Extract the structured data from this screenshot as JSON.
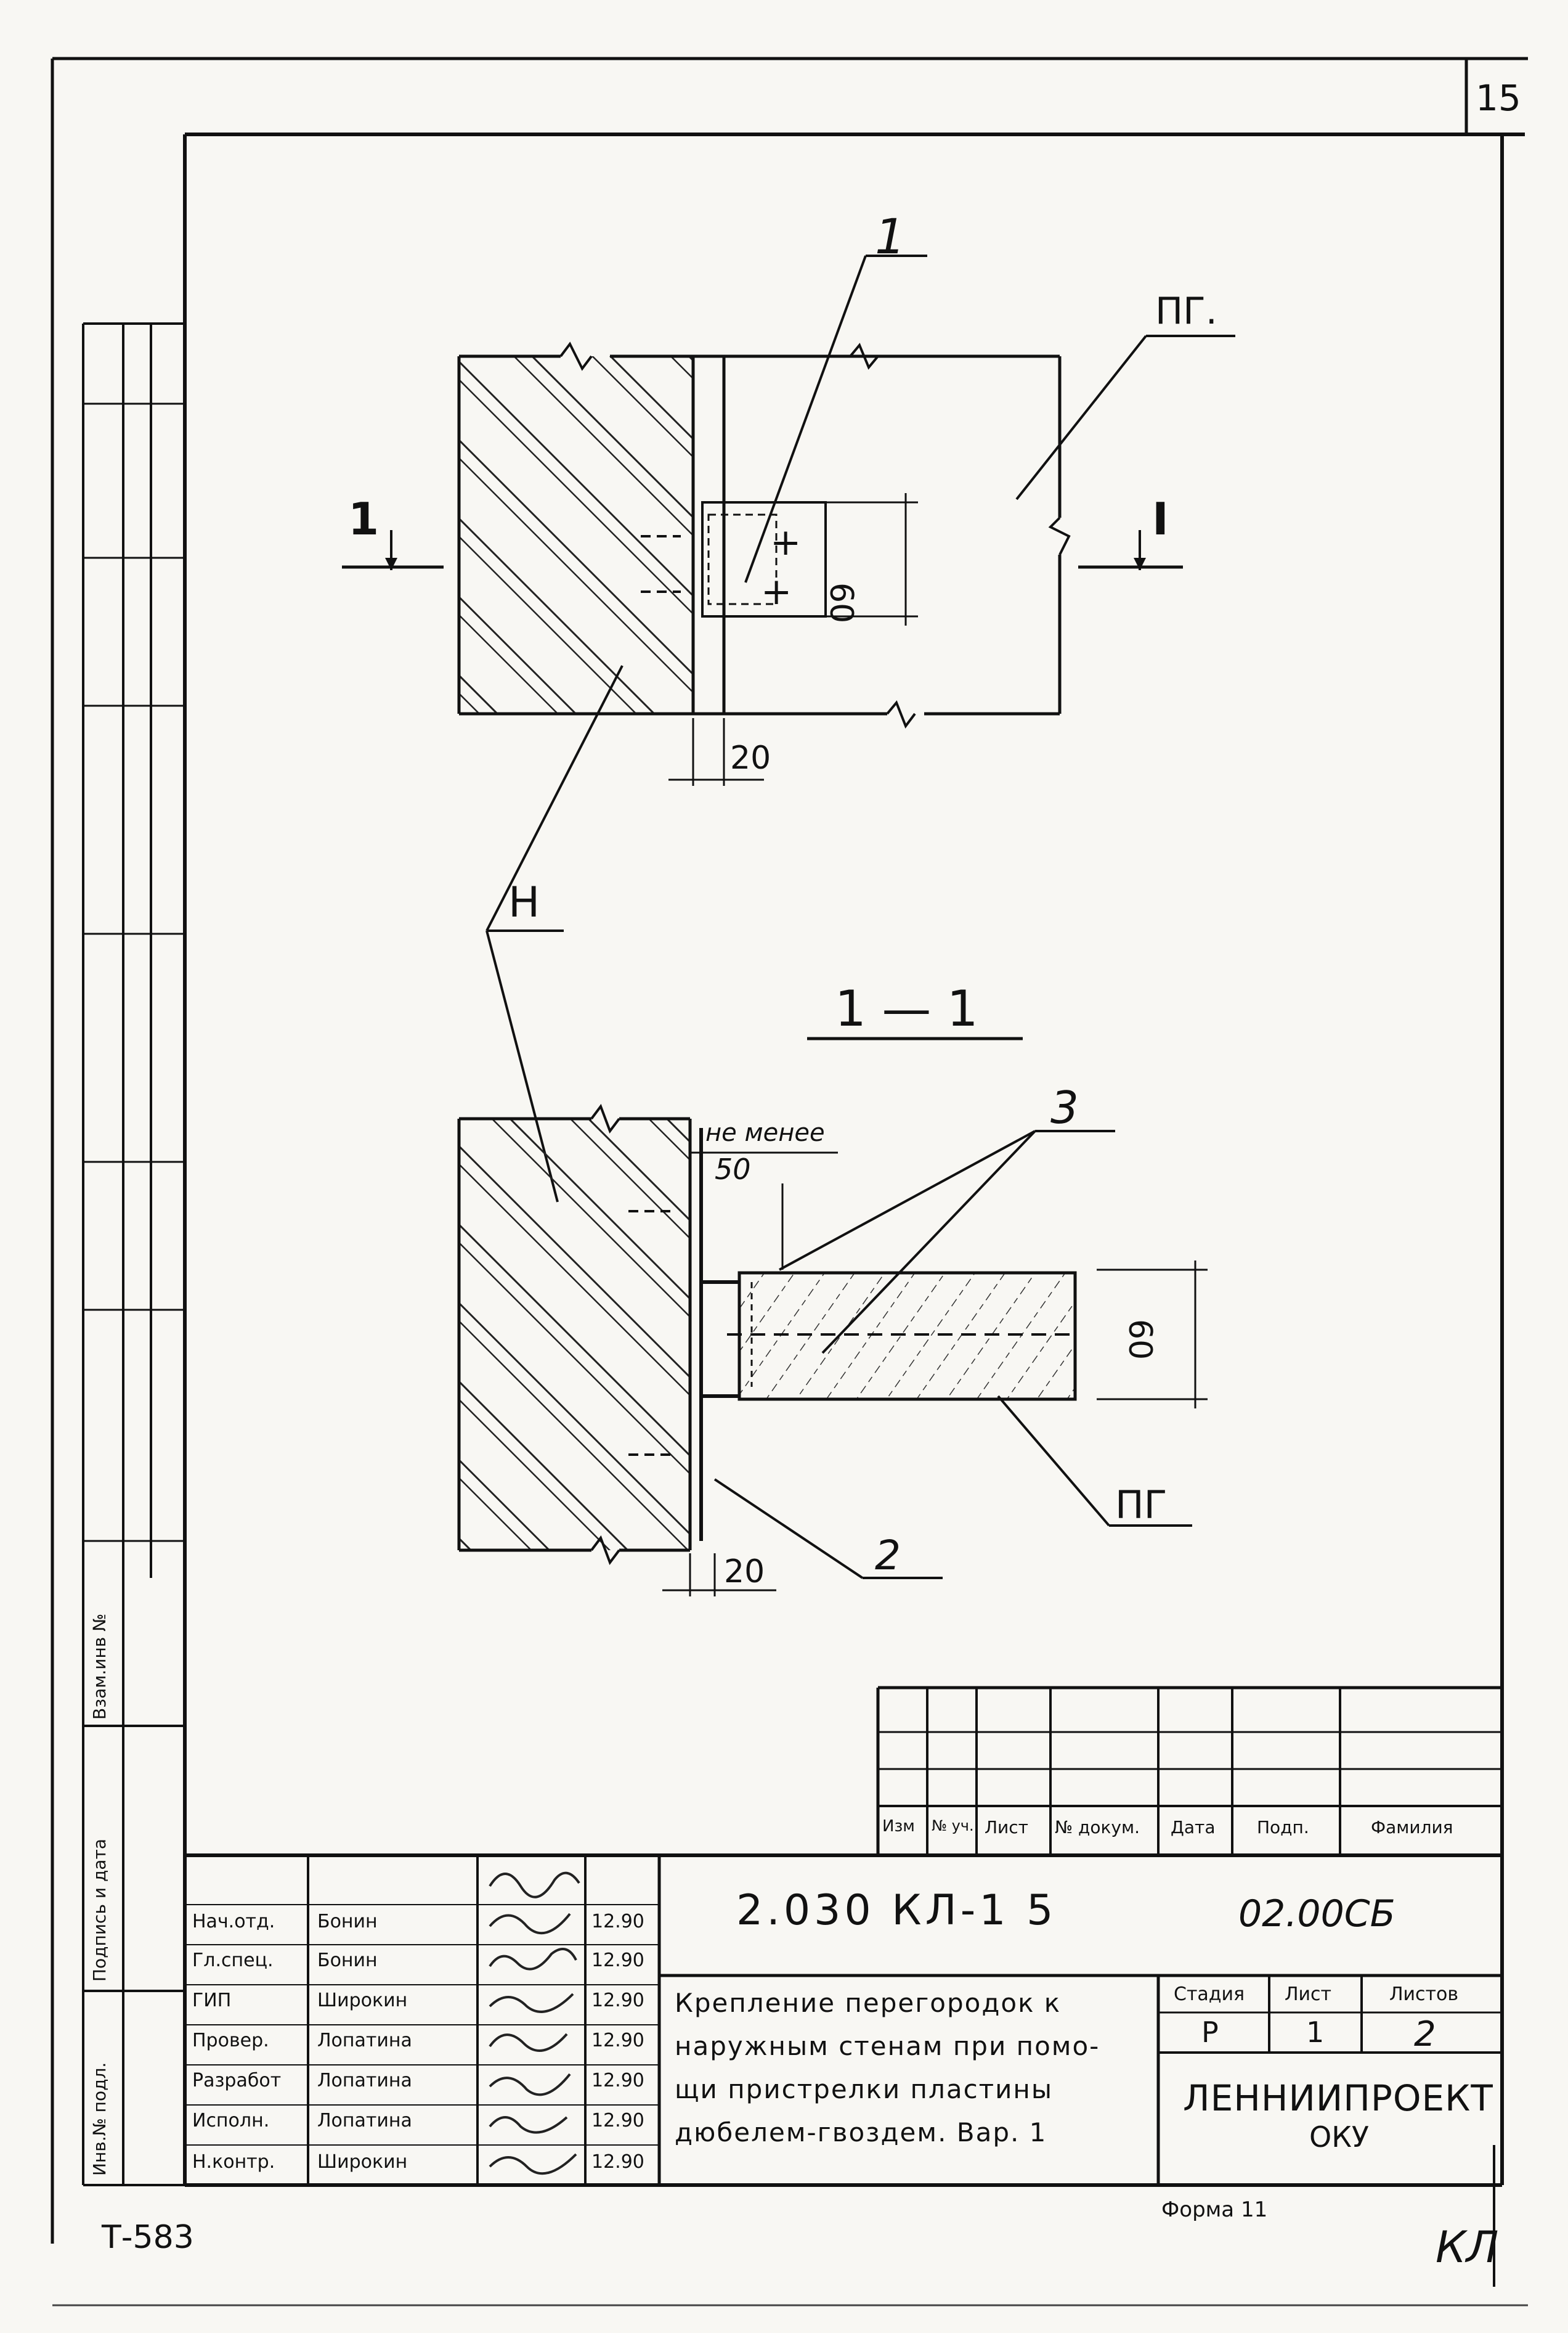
{
  "page_number": "15",
  "drawing": {
    "label_1": "1",
    "label_pg_top": "ПГ.",
    "section_mark_left": "1",
    "section_mark_right": "I",
    "dim_60_top": "60",
    "dim_20_top": "20",
    "label_h": "Н",
    "section_title": "1 — 1",
    "label_3": "3",
    "note_ne_menee": "не менее",
    "note_50": "50",
    "dim_60_bottom": "60",
    "label_pg_bottom": "ПГ",
    "label_2": "2",
    "dim_20_bottom": "20"
  },
  "left_strip": {
    "vzam_inv": "Взам.инв №",
    "podpis_data": "Подпись и дата",
    "inv_podl": "Инв.№ подл."
  },
  "revision_table": {
    "headers": [
      "Изм",
      "№ уч.",
      "Лист",
      "№ докум.",
      "Дата",
      "Подп.",
      "Фамилия"
    ]
  },
  "title_block": {
    "code": "2.030 КЛ-1 5",
    "code_suffix": "02.00СБ",
    "staff": [
      {
        "role": "Нач.отд.",
        "name": "Бонин",
        "date": "12.90"
      },
      {
        "role": "Гл.спец.",
        "name": "Бонин",
        "date": "12.90"
      },
      {
        "role": "ГИП",
        "name": "Широкин",
        "date": "12.90"
      },
      {
        "role": "Провер.",
        "name": "Лопатина",
        "date": "12.90"
      },
      {
        "role": "Разработ",
        "name": "Лопатина",
        "date": "12.90"
      },
      {
        "role": "Исполн.",
        "name": "Лопатина",
        "date": "12.90"
      },
      {
        "role": "Н.контр.",
        "name": "Широкин",
        "date": "12.90"
      }
    ],
    "description": [
      "Крепление перегородок к",
      "наружным стенам при помо-",
      "щи пристрелки пластины",
      "дюбелем-гвоздем. Вар. 1"
    ],
    "stage_header": "Стадия",
    "sheet_header": "Лист",
    "sheets_header": "Листов",
    "stage_value": "Р",
    "sheet_value": "1",
    "sheets_value": "2",
    "org_line1": "ЛЕННИИПРОЕКТ",
    "org_line2": "ОКУ"
  },
  "footer": {
    "left_code": "Т-583",
    "forma": "Форма 11",
    "signature": "КЛ"
  }
}
